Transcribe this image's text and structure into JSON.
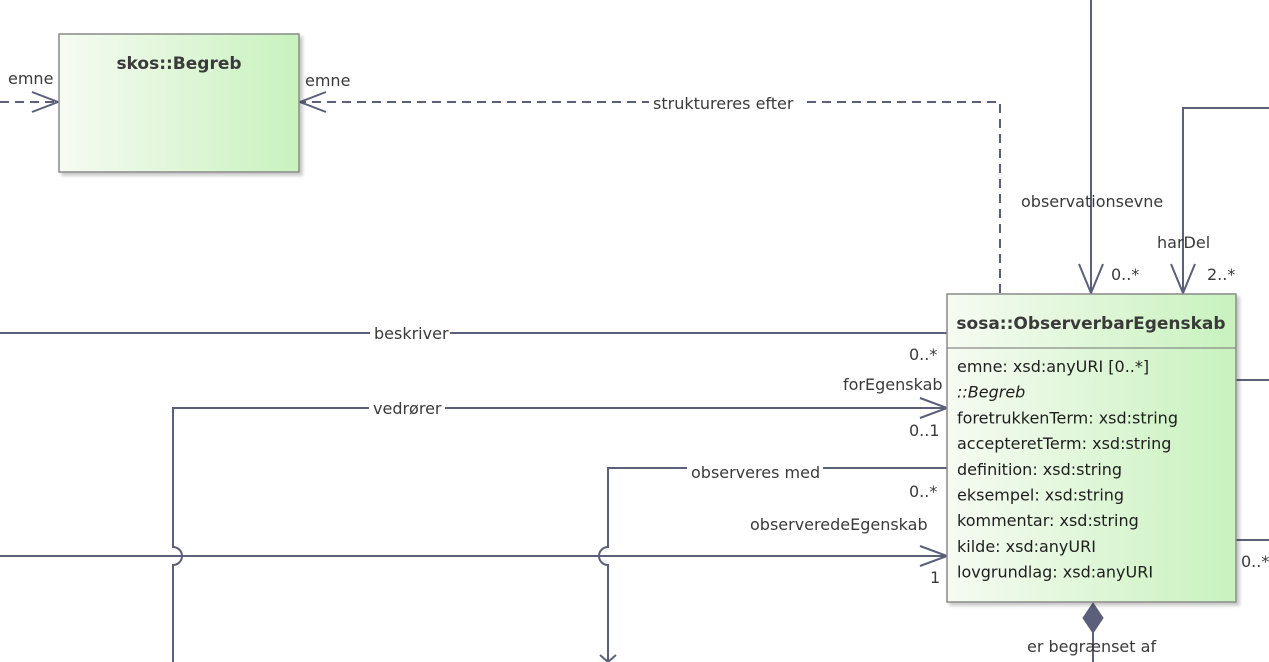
{
  "colors": {
    "line": "#5b5f7a",
    "class_fill_start": "#f6fbf2",
    "class_fill_end": "#c8f2be",
    "class_border": "#8a8a8a"
  },
  "classes": {
    "begreb": {
      "title": "skos::Begreb"
    },
    "egenskab": {
      "title": "sosa::ObserverbarEgenskab",
      "attributes": [
        {
          "text": "emne: xsd:anyURI [0..*]",
          "italic": false
        },
        {
          "text": "::Begreb",
          "italic": true
        },
        {
          "text": "foretrukkenTerm: xsd:string",
          "italic": false
        },
        {
          "text": "accepteretTerm: xsd:string",
          "italic": false
        },
        {
          "text": "definition: xsd:string",
          "italic": false
        },
        {
          "text": "eksempel: xsd:string",
          "italic": false
        },
        {
          "text": "kommentar: xsd:string",
          "italic": false
        },
        {
          "text": "kilde: xsd:anyURI",
          "italic": false
        },
        {
          "text": "lovgrundlag: xsd:anyURI",
          "italic": false
        }
      ]
    }
  },
  "labels": {
    "emne_left": "emne",
    "emne_right": "emne",
    "struktureres_efter": "struktureres efter",
    "observationsevne": "observationsevne",
    "obs_mult": "0..*",
    "harDel": "harDel",
    "harDel_mult": "2..*",
    "beskriver": "beskriver",
    "beskriver_mult": "0..*",
    "vedrorer": "vedrører",
    "forEgenskab": "forEgenskab",
    "vedrorer_mult": "0..1",
    "observeres_med": "observeres med",
    "observeres_mult": "0..*",
    "observeredeEgenskab": "observeredeEgenskab",
    "observerede_mult": "1",
    "right_mult": "0..*",
    "er_begraenset_af": "er begrænset af"
  }
}
